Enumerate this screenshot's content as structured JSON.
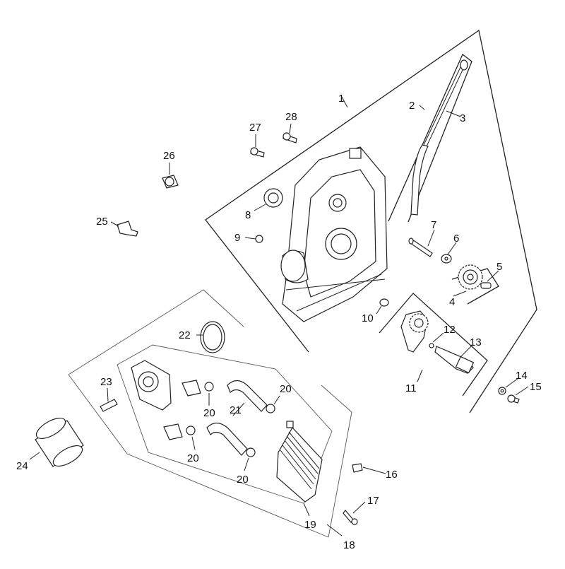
{
  "diagram": {
    "labels": [
      {
        "id": "1",
        "text": "1"
      },
      {
        "id": "2",
        "text": "2"
      },
      {
        "id": "3",
        "text": "3"
      },
      {
        "id": "4",
        "text": "4"
      },
      {
        "id": "5",
        "text": "5"
      },
      {
        "id": "6",
        "text": "6"
      },
      {
        "id": "7",
        "text": "7"
      },
      {
        "id": "8",
        "text": "8"
      },
      {
        "id": "9",
        "text": "9"
      },
      {
        "id": "10",
        "text": "10"
      },
      {
        "id": "11",
        "text": "11"
      },
      {
        "id": "12",
        "text": "12"
      },
      {
        "id": "13",
        "text": "13"
      },
      {
        "id": "14",
        "text": "14"
      },
      {
        "id": "15",
        "text": "15"
      },
      {
        "id": "16",
        "text": "16"
      },
      {
        "id": "17",
        "text": "17"
      },
      {
        "id": "18",
        "text": "18"
      },
      {
        "id": "19",
        "text": "19"
      },
      {
        "id": "20a",
        "text": "20"
      },
      {
        "id": "20b",
        "text": "20"
      },
      {
        "id": "20c",
        "text": "20"
      },
      {
        "id": "20d",
        "text": "20"
      },
      {
        "id": "21",
        "text": "21"
      },
      {
        "id": "22",
        "text": "22"
      },
      {
        "id": "23",
        "text": "23"
      },
      {
        "id": "24",
        "text": "24"
      },
      {
        "id": "25",
        "text": "25"
      },
      {
        "id": "26",
        "text": "26"
      },
      {
        "id": "27",
        "text": "27"
      },
      {
        "id": "28",
        "text": "28"
      }
    ]
  }
}
